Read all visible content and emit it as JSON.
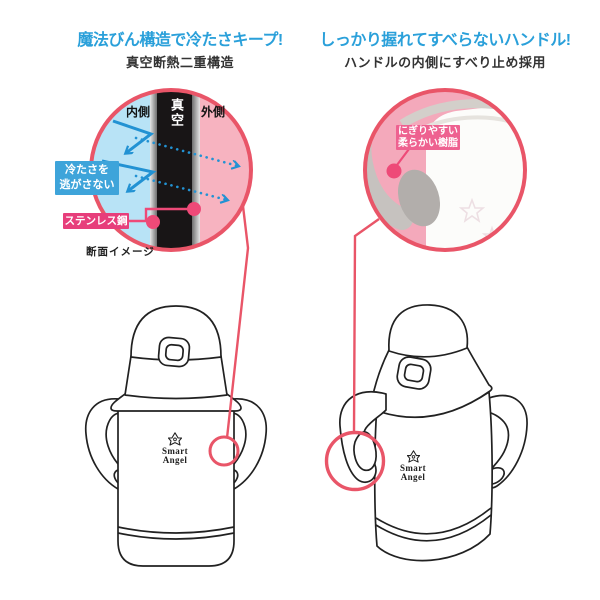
{
  "left_section": {
    "headline": "魔法びん構造で冷たさキープ!",
    "subheadline": "真空断熱二重構造",
    "diagram": {
      "inner_label": "内側",
      "vacuum_label": "真空",
      "outer_label": "外側",
      "callout_cold_line1": "冷たさを",
      "callout_cold_line2": "逃がさない",
      "callout_steel": "ステンレス鋼",
      "caption": "断面イメージ"
    }
  },
  "right_section": {
    "headline": "しっかり握れてすべらないハンドル!",
    "subheadline": "ハンドルの内側にすべり止め採用",
    "photo": {
      "callout_resin_line1": "にぎりやすい",
      "callout_resin_line2": "柔らかい樹脂"
    }
  },
  "brand": {
    "line1": "Smart",
    "line2": "Angel"
  },
  "colors": {
    "headline_blue": "#2aa0da",
    "circle_border_pink": "#e95568",
    "inner_wall_blue": "#b8e3f6",
    "outer_wall_pink": "#f7b3c0",
    "vacuum_black": "#181516",
    "callout_cold_bg": "#3ea4da",
    "callout_steel_bg": "#e73e7b",
    "callout_resin_bg": "#ee6190",
    "accent_dot_pink": "#ee4a78",
    "photo_bg_pink": "#f4a9bb",
    "arrow_blue": "#2292d3"
  }
}
